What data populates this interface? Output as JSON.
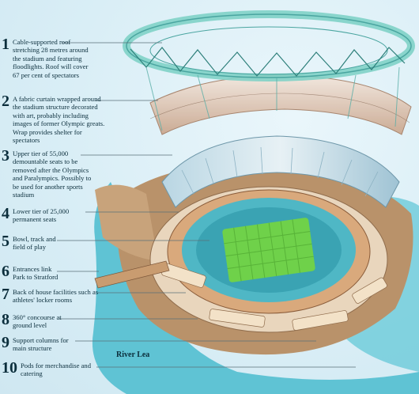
{
  "callouts": [
    {
      "n": "1",
      "text": "Cable-supported roof stretching 28 metres around the stadium and featuring floodlights. Roof will cover 67 per cent of spectators"
    },
    {
      "n": "2",
      "text": "A fabric curtain wrapped around the stadium structure decorated with art, probably including images of former Olympic greats. Wrap provides shelter for spectators"
    },
    {
      "n": "3",
      "text": "Upper tier of 55,000 demountable seats to be removed after the Olympics and Paralympics. Possibly to be used for another sports stadium"
    },
    {
      "n": "4",
      "text": "Lower tier of 25,000 permanent seats"
    },
    {
      "n": "5",
      "text": "Bowl, track and field of play"
    },
    {
      "n": "6",
      "text": "Entrances link Park to Stratford"
    },
    {
      "n": "7",
      "text": "Back of house facilities such as athletes' locker rooms"
    },
    {
      "n": "8",
      "text": "360° concourse at ground level"
    },
    {
      "n": "9",
      "text": "Support columns for main structure"
    },
    {
      "n": "10",
      "text": "Pods for merchandise and catering"
    }
  ],
  "river_label": "River Lea",
  "colors": {
    "text": "#0b2e3c",
    "water": "#5fc3d4",
    "ground": "#b9926a",
    "pitch": "#6fd14a",
    "roof": "#7fd1c7"
  }
}
